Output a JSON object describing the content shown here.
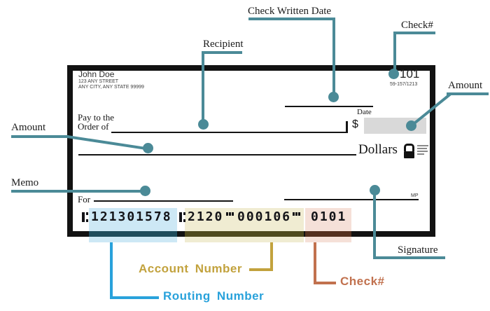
{
  "annotations": {
    "check_written_date": "Check Written Date",
    "check_number_top": "Check#",
    "recipient": "Recipient",
    "amount_right": "Amount",
    "amount_left": "Amount",
    "memo": "Memo",
    "signature": "Signature",
    "account_number": "Account Number",
    "routing_number": "Routing Number",
    "check_number_bottom": "Check#"
  },
  "check": {
    "payer": {
      "name": "John Doe",
      "address_line1": "123 ANY STREET",
      "address_line2": "ANY CITY, ANY STATE 99999"
    },
    "check_number": "101",
    "fraction_code": "59-157/1213",
    "date_label": "Date",
    "pay_to_line1": "Pay to the",
    "pay_to_line2": "Order of",
    "dollar_sign": "$",
    "dollars_label": "Dollars",
    "for_label": "For",
    "mp_label": "MP",
    "micr": {
      "routing_number": "121301578",
      "account_number_part1": "2120",
      "account_number_part2": "000106",
      "check_number": "0101"
    }
  },
  "colors": {
    "teal": "#4B8A97",
    "routing_blue": "#29A2DB",
    "account_olive": "#C2A23D",
    "check_salmon": "#C1714E",
    "highlight_blue": "#CDE8F5",
    "highlight_cream": "#F0ECD2",
    "highlight_pink": "#F5E0D8",
    "amount_box_gray": "#D9D9D9"
  }
}
